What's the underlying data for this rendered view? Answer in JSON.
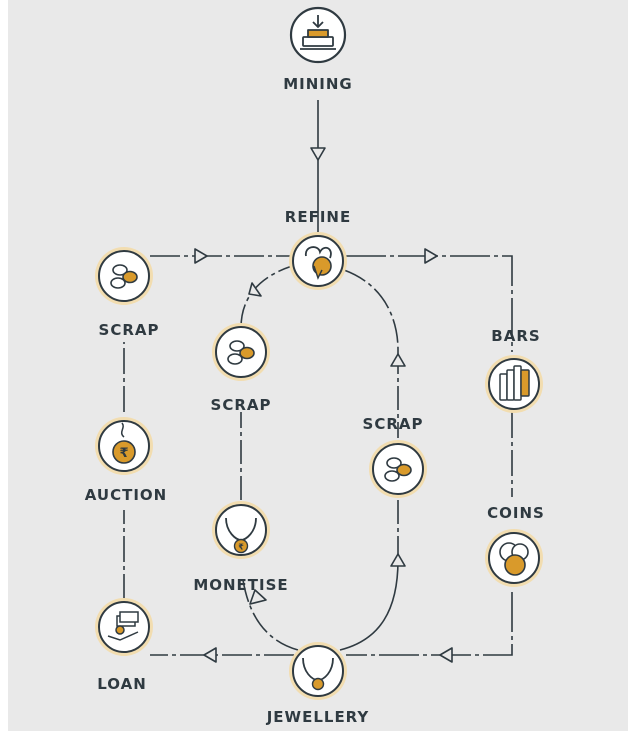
{
  "colors": {
    "background": "#e9e9e9",
    "line": "#2f3a41",
    "gold": "#d99a2b",
    "ring": "#f2ddb0",
    "node_fill": "#ffffff"
  },
  "nodes": {
    "mining": {
      "label": "MINING",
      "icon": "mining-machine-icon"
    },
    "refine": {
      "label": "REFINE",
      "icon": "refine-crucible-icon"
    },
    "bars": {
      "label": "BARS",
      "icon": "gold-bars-icon"
    },
    "coins": {
      "label": "COINS",
      "icon": "gold-coins-icon"
    },
    "jewellery": {
      "label": "JEWELLERY",
      "icon": "necklace-icon"
    },
    "loan": {
      "label": "LOAN",
      "icon": "hand-holding-cash-icon"
    },
    "auction": {
      "label": "AUCTION",
      "icon": "rupee-bag-icon"
    },
    "scrap_left": {
      "label": "SCRAP",
      "icon": "scrap-pieces-icon"
    },
    "scrap_inner": {
      "label": "SCRAP",
      "icon": "scrap-pieces-icon"
    },
    "scrap_right": {
      "label": "SCRAP",
      "icon": "scrap-pieces-icon"
    },
    "monetise": {
      "label": "MONETISE",
      "icon": "necklace-rupee-icon"
    }
  }
}
